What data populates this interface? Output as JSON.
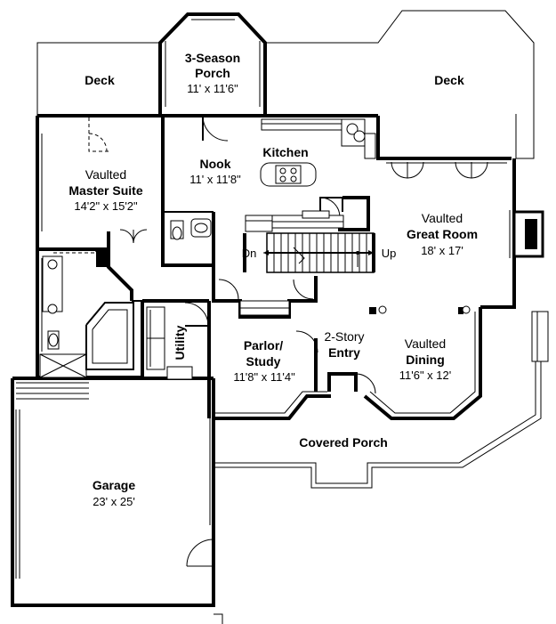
{
  "rooms": {
    "deck_left": {
      "name": "Deck"
    },
    "porch_3season": {
      "name_line1": "3-Season",
      "name_line2": "Porch",
      "dims": "11' x 11'6\""
    },
    "deck_right": {
      "name": "Deck"
    },
    "kitchen": {
      "name": "Kitchen"
    },
    "nook": {
      "name": "Nook",
      "dims": "11' x 11'8\""
    },
    "master_suite": {
      "qualifier": "Vaulted",
      "name": "Master Suite",
      "dims": "14'2\" x 15'2\""
    },
    "great_room": {
      "qualifier": "Vaulted",
      "name": "Great Room",
      "dims": "18' x 17'"
    },
    "stairs": {
      "down_label": "Dn",
      "up_label": "Up"
    },
    "utility": {
      "name": "Utility"
    },
    "parlor": {
      "name_line1": "Parlor/",
      "name_line2": "Study",
      "dims": "11'8\" x 11'4\""
    },
    "entry": {
      "qualifier": "2-Story",
      "name": "Entry"
    },
    "dining": {
      "qualifier": "Vaulted",
      "name": "Dining",
      "dims": "11'6\" x 12'"
    },
    "covered_porch": {
      "name": "Covered Porch"
    },
    "garage": {
      "name": "Garage",
      "dims": "23' x 25'"
    }
  }
}
